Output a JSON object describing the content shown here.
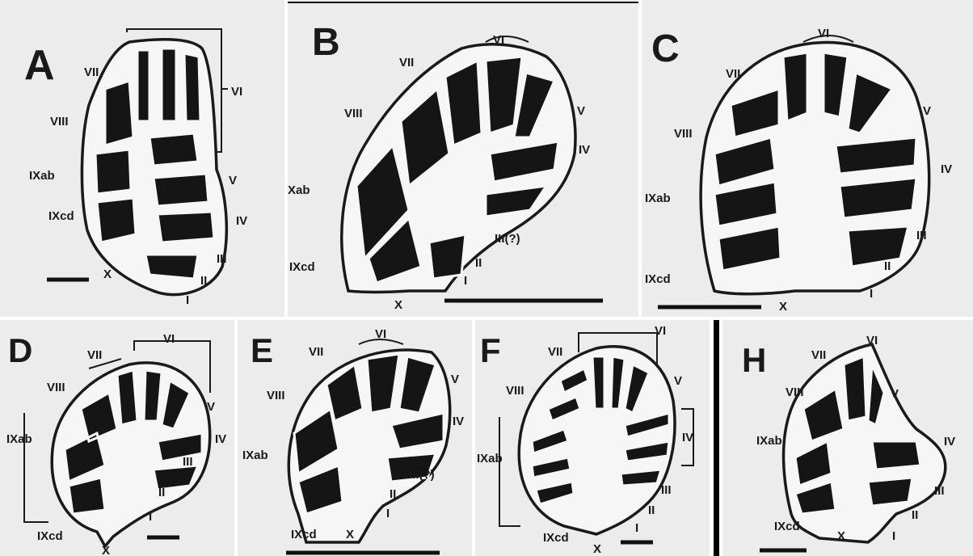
{
  "panels": {
    "A": {
      "label": "A",
      "lobules": [
        "VII",
        "VI",
        "VIII",
        "V",
        "IXab",
        "IV",
        "IXcd",
        "III",
        "X",
        "II",
        "I"
      ]
    },
    "B": {
      "label": "B",
      "lobules": [
        "VI",
        "VII",
        "VIII",
        "V",
        "IV",
        "Xab",
        "III(?)",
        "IXcd",
        "II",
        "I",
        "X"
      ]
    },
    "C": {
      "label": "C",
      "lobules": [
        "VI",
        "VII",
        "V",
        "VIII",
        "IV",
        "IXab",
        "III",
        "IXcd",
        "II",
        "I",
        "X"
      ]
    },
    "D": {
      "label": "D",
      "lobules": [
        "VII",
        "VI",
        "VIII",
        "V",
        "IXab",
        "IV",
        "III",
        "II",
        "I",
        "IXcd",
        "X"
      ]
    },
    "E": {
      "label": "E",
      "lobules": [
        "VI",
        "VII",
        "V",
        "VIII",
        "IV",
        "IXab",
        "III(?)",
        "II",
        "I",
        "IXcd",
        "X"
      ]
    },
    "F": {
      "label": "F",
      "lobules": [
        "VII",
        "VI",
        "VIII",
        "V",
        "IV",
        "IXab",
        "III",
        "II",
        "I",
        "IXcd",
        "X"
      ]
    },
    "H": {
      "label": "H",
      "lobules": [
        "VII",
        "VI",
        "VIII",
        "V",
        "IXab",
        "IV",
        "III",
        "II",
        "IXcd",
        "X",
        "I"
      ]
    }
  }
}
